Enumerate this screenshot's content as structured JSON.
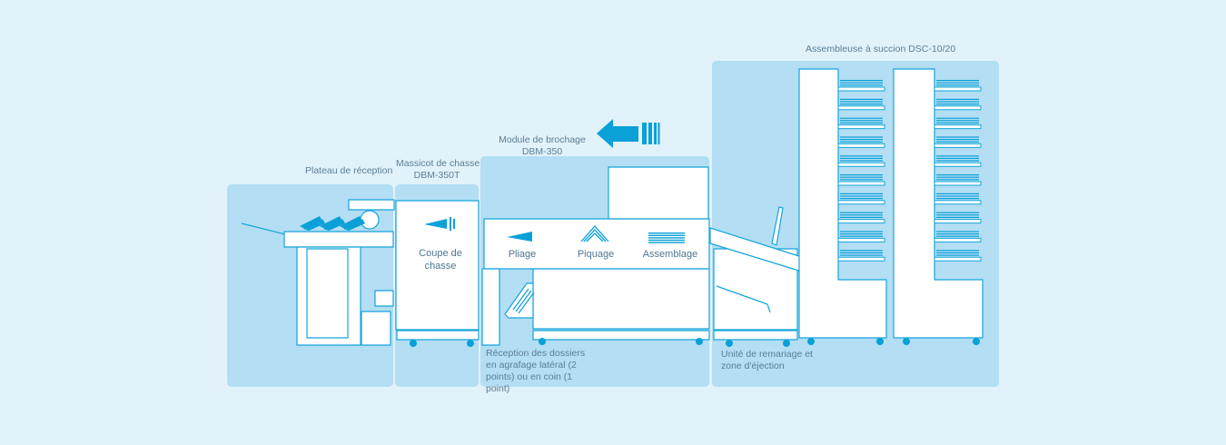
{
  "colors": {
    "background": "#e1f2fb",
    "zone": "#b3def4",
    "accent": "#0aa0d8",
    "stroke": "#14a5db",
    "label": "#5b7e95"
  },
  "arrow": {
    "icon": "feed-direction-arrow-icon",
    "direction": "left"
  },
  "modules": {
    "tray": {
      "label": "Plateau de réception"
    },
    "trimmer": {
      "label_line1": "Massicot de chasse",
      "label_line2": "DBM-350T",
      "function": "Coupe de chasse"
    },
    "bookletmaker": {
      "label_line1": "Module de brochage",
      "label_line2": "DBM-350",
      "fold": "Pliage",
      "stitch": "Piquage",
      "collate": "Assemblage"
    },
    "side_stitch": {
      "label": "Réception des dossiers en agrafage latéral (2 points) ou en coin (1 point)"
    },
    "collator": {
      "label": "Assembleuse à succion DSC-10/20",
      "exit_label": "Unité de remariage et zone d'éjection"
    }
  }
}
